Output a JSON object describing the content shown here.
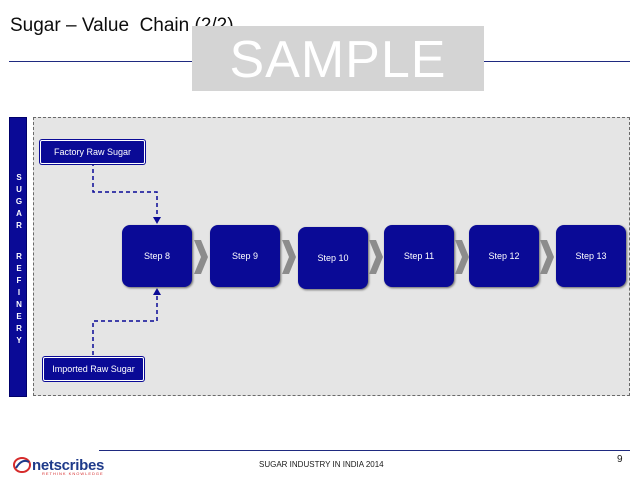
{
  "header": {
    "title": "Sugar – Value  Chain (2/2)",
    "watermark": "SAMPLE",
    "accent_color": "#1f2a80",
    "watermark_bg": "#d4d4d4"
  },
  "diagram": {
    "side_label": [
      "S",
      "U",
      "G",
      "A",
      "R",
      "",
      "R",
      "E",
      "F",
      "I",
      "N",
      "E",
      "R",
      "Y"
    ],
    "inputs": {
      "top": "Factory Raw Sugar",
      "bottom": "Imported Raw Sugar"
    },
    "steps": [
      "Step 8",
      "Step 9",
      "Step 10",
      "Step 11",
      "Step 12",
      "Step 13"
    ],
    "box_color": "#0a0a96",
    "panel_color": "#e5e5e5",
    "arrow_color": "#8c8c8c"
  },
  "footer": {
    "logo_text": "netscribes",
    "logo_tagline": "RETHINK KNOWLEDGE",
    "center_text": "SUGAR INDUSTRY IN INDIA 2014",
    "page_number": "9"
  }
}
